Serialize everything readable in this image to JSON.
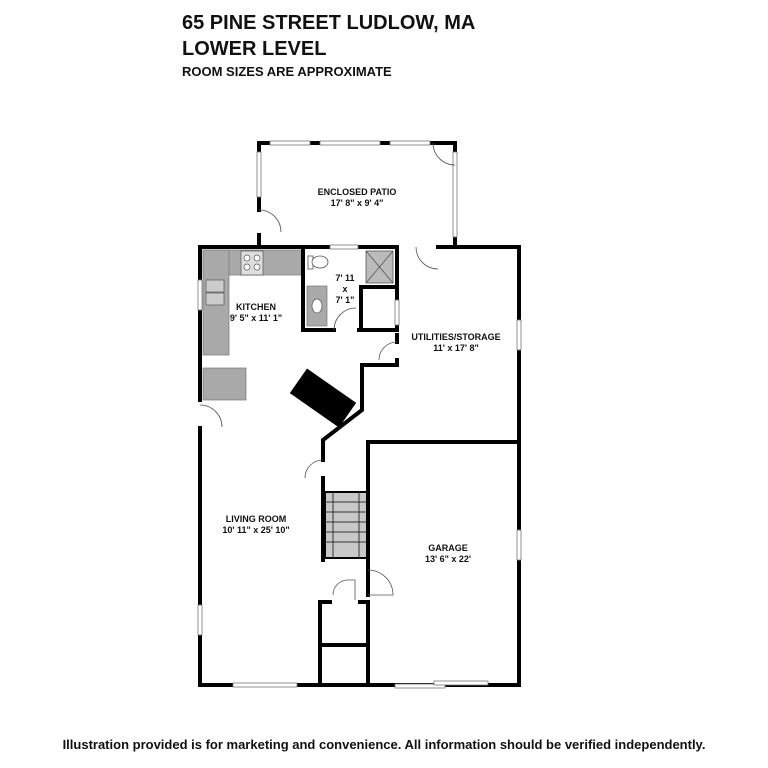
{
  "header": {
    "address": "65 PINE STREET LUDLOW, MA",
    "level": "LOWER LEVEL",
    "note": "ROOM SIZES ARE APPROXIMATE"
  },
  "rooms": {
    "patio": {
      "name": "ENCLOSED PATIO",
      "size": "17' 8\" x 9' 4\""
    },
    "kitchen": {
      "name": "KITCHEN",
      "size": "9' 5\" x 11' 1\""
    },
    "bath": {
      "line1": "7' 11",
      "line2": "x",
      "line3": "7' 1\""
    },
    "utilities": {
      "name": "UTILITIES/STORAGE",
      "size": "11' x 17' 8\""
    },
    "living": {
      "name": "LIVING ROOM",
      "size": "10' 11\" x 25' 10\""
    },
    "garage": {
      "name": "GARAGE",
      "size": "13' 6\" x 22'"
    }
  },
  "footer": "Illustration provided is for marketing and convenience. All information should be verified independently.",
  "colors": {
    "wall": "#000000",
    "fixture": "#a9a9a9"
  }
}
